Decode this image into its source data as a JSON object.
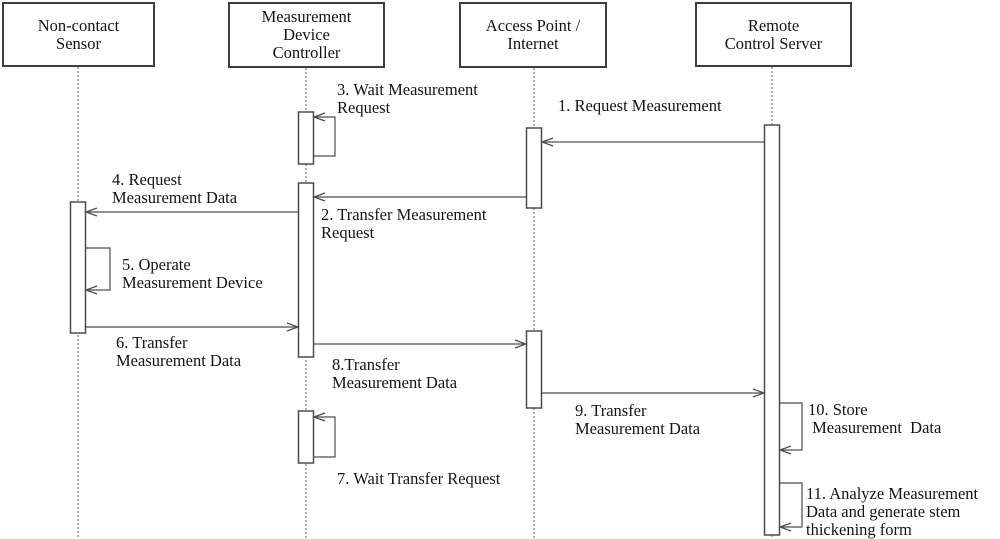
{
  "diagram": {
    "type": "uml-sequence",
    "colors": {
      "background": "#ffffff",
      "line": "#4d4d4d",
      "lifeline": "#808080",
      "box_border": "#3d3d3d",
      "text": "#141414",
      "activation_fill": "#ffffff"
    },
    "actors": [
      {
        "id": "non-contact-sensor",
        "label": "Non-contact\nSensor"
      },
      {
        "id": "measurement-device-controller",
        "label": "Measurement\nDevice\nController"
      },
      {
        "id": "access-point-internet",
        "label": "Access Point /\nInternet"
      },
      {
        "id": "remote-control-server",
        "label": "Remote\nControl Server"
      }
    ],
    "messages": [
      {
        "num": "1",
        "label": "1. Request Measurement",
        "from": "Remote Control Server",
        "to": "Access Point / Internet",
        "kind": "message"
      },
      {
        "num": "2",
        "label": "2. Transfer Measurement\nRequest",
        "from": "Access Point / Internet",
        "to": "Measurement Device Controller",
        "kind": "message"
      },
      {
        "num": "3",
        "label": "3. Wait Measurement\nRequest",
        "from": "Measurement Device Controller",
        "to": "Measurement Device Controller",
        "kind": "self"
      },
      {
        "num": "4",
        "label": "4. Request\nMeasurement Data",
        "from": "Measurement Device Controller",
        "to": "Non-contact Sensor",
        "kind": "message"
      },
      {
        "num": "5",
        "label": "5. Operate\nMeasurement Device",
        "from": "Non-contact Sensor",
        "to": "Non-contact Sensor",
        "kind": "self"
      },
      {
        "num": "6",
        "label": "6. Transfer\nMeasurement Data",
        "from": "Non-contact Sensor",
        "to": "Measurement Device Controller",
        "kind": "message"
      },
      {
        "num": "7",
        "label": "7. Wait Transfer Request",
        "from": "Measurement Device Controller",
        "to": "Measurement Device Controller",
        "kind": "self"
      },
      {
        "num": "8",
        "label": "8.Transfer\nMeasurement Data",
        "from": "Measurement Device Controller",
        "to": "Access Point / Internet",
        "kind": "message"
      },
      {
        "num": "9",
        "label": "9. Transfer\nMeasurement Data",
        "from": "Access Point / Internet",
        "to": "Remote Control Server",
        "kind": "message"
      },
      {
        "num": "10",
        "label": "10. Store\n Measurement  Data",
        "from": "Remote Control Server",
        "to": "Remote Control Server",
        "kind": "self"
      },
      {
        "num": "11",
        "label": "11. Analyze Measurement\nData and generate stem\nthickening form",
        "from": "Remote Control Server",
        "to": "Remote Control Server",
        "kind": "self"
      }
    ]
  }
}
